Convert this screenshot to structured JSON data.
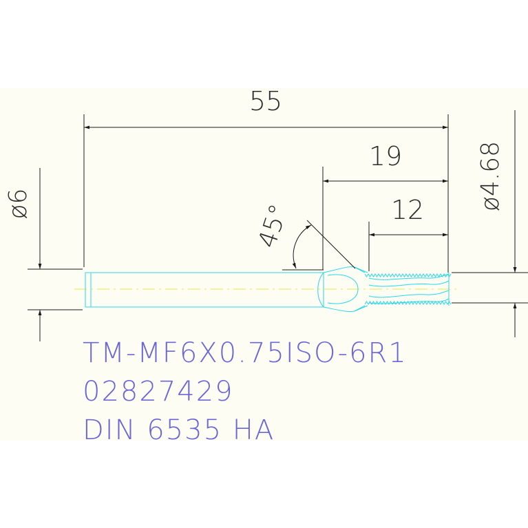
{
  "dimensions": {
    "overall_length": "55",
    "flute_length": "19",
    "thread_length": "12",
    "shank_diameter": "ø6",
    "neck_diameter": "ø4.68",
    "chamfer_angle": "45°"
  },
  "tool": {
    "designation": "TM-MF6X0.75ISO-6R1",
    "article_number": "02827429",
    "standard": "DIN 6535 HA"
  },
  "colors": {
    "sheet": "#fdfdf4",
    "dimension_lines": "#1a1a1a",
    "tool_outline": "#28d8e8",
    "centerline": "#e8e84a",
    "label_text": "#6a66d8"
  }
}
